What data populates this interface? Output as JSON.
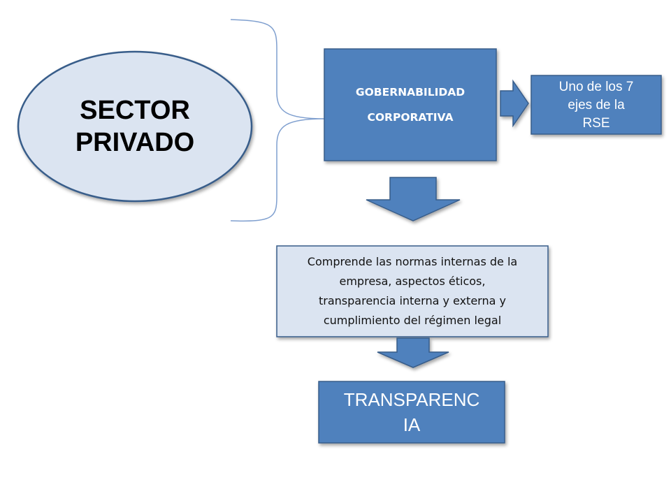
{
  "diagram": {
    "sector": {
      "label": "SECTOR\nPRIVADO"
    },
    "gobernabilidad": {
      "label": "GOBERNABILIDAD\nCORPORATIVA"
    },
    "rse_note": {
      "label": "Uno de los 7\nejes de la\nRSE"
    },
    "description": {
      "label": "Comprende las normas internas de la\nempresa, aspectos éticos,\ntransparencia interna y externa y\ncumplimiento del régimen legal"
    },
    "result": {
      "label": "TRANSPARENC\nIA"
    }
  },
  "colors": {
    "box_fill": "#4F81BD",
    "box_border": "#385D8A",
    "ellipse_fill": "#DBE4F1",
    "description_fill": "#DBE4F1",
    "bracket_line": "#7F9FCF"
  }
}
